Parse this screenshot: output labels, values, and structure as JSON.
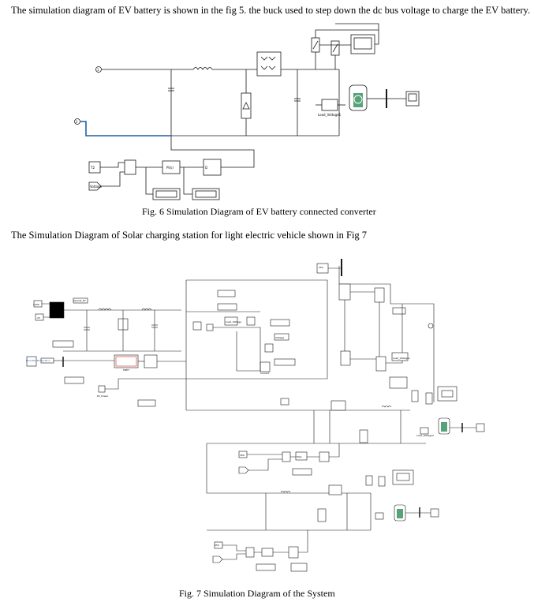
{
  "paragraph_1": "The simulation diagram of EV battery is shown in the fig 5. the buck used to step down the dc bus voltage to charge the EV battery.",
  "fig6": {
    "caption": "Fig. 6 Simulation Diagram of EV battery connected converter",
    "labels": {
      "port1": "1",
      "port2": "2",
      "const_t2": "T2",
      "voltage_tag": "Voltage",
      "pid": "PI(s)",
      "pwm": "D",
      "load_voltage": "Load_Voltage1"
    }
  },
  "paragraph_2": "The Simulation Diagram of Solar charging station for light electric vehicle shown in Fig 7",
  "fig7": {
    "caption": "Fig. 7 Simulation Diagram of the System",
    "labels": {
      "const_1000": "1000",
      "const_25": "25",
      "goto_pv": "Vpanel_PV",
      "discrete": "Discrete\nTs=5e-05 s.",
      "pv_power": "PV_Power",
      "voltage": "Voltage",
      "load_voltage": "Load_Voltage",
      "load_voltage_1": "Load_Voltage1",
      "load_voltage_2": "Load_Voltage2",
      "pi": "PI(s)",
      "mppt": "MPPT",
      "current": "Current",
      "const_350": "350",
      "const_300": "300",
      "const_250": "250"
    }
  },
  "colors": {
    "wire": "#1a1a1a",
    "bus_blue": "#1f5fa8",
    "battery_green": "#2e8b57"
  }
}
